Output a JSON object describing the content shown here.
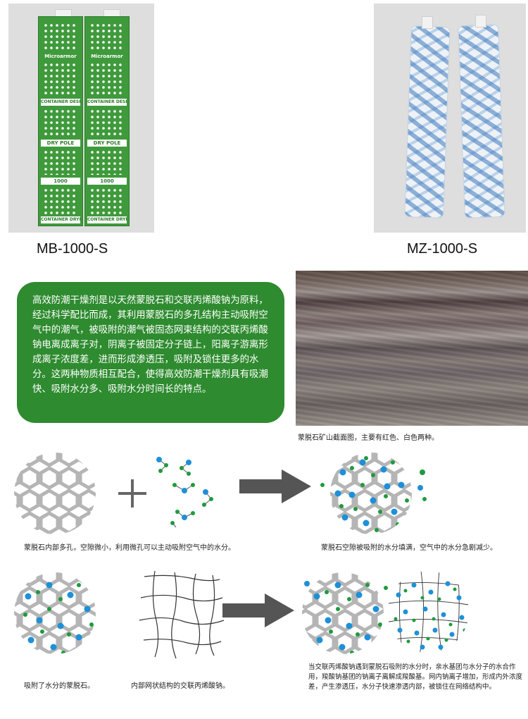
{
  "products": [
    {
      "model": "MB-1000-S",
      "brand": "Microarmor",
      "band_labels": [
        "CONTAINER DESICCANT",
        "DRY POLE",
        "1000",
        "CONTAINER DRYⅡ"
      ]
    },
    {
      "model": "MZ-1000-S"
    }
  ],
  "description": {
    "text": "高效防潮干燥剂是以天然蒙脱石和交联丙烯酸钠为原料，经过科学配比而成，其利用蒙脱石的多孔结构主动吸附空气中的潮气，被吸附的潮气被固态网束结构的交联丙烯酸钠电离成离子对，阴离子被固定分子链上，阳离子游离形成离子浓度差，进而形成渗透压，吸附及锁住更多的水分。这两种物质相互配合，使得高效防潮干燥剂具有吸潮快、吸附水分多、吸附水分时间长的特点。"
  },
  "rock_caption": "蒙脱石矿山截面图，主要有红色、白色两种。",
  "diagram1": {
    "caption_left": "蒙脱石内部多孔，空隙微小，利用微孔可以主动吸附空气中的水分。",
    "caption_right": "蒙脱石空隙被吸附的水分填满，空气中的水分急剧减少。"
  },
  "diagram2": {
    "caption_a": "吸附了水分的蒙脱石。",
    "caption_b": "内部网状结构的交联丙烯酸钠。",
    "caption_c": "当交联丙烯酸钠遇到蒙脱石吸附的水分时，亲水基团与水分子的水合作用，羧酸钠基团的钠离子离解成羧酸基。网内钠离子增加，形成内外浓度差，产生渗透压，水分子快速渗透内部，被锁住在网络结构中。"
  },
  "colors": {
    "green_box": "#2e8b2f",
    "honeycomb": "#b5b5b5",
    "water_blue": "#1e90d8",
    "ion_green": "#1f9a3e",
    "arrow": "#555555"
  }
}
